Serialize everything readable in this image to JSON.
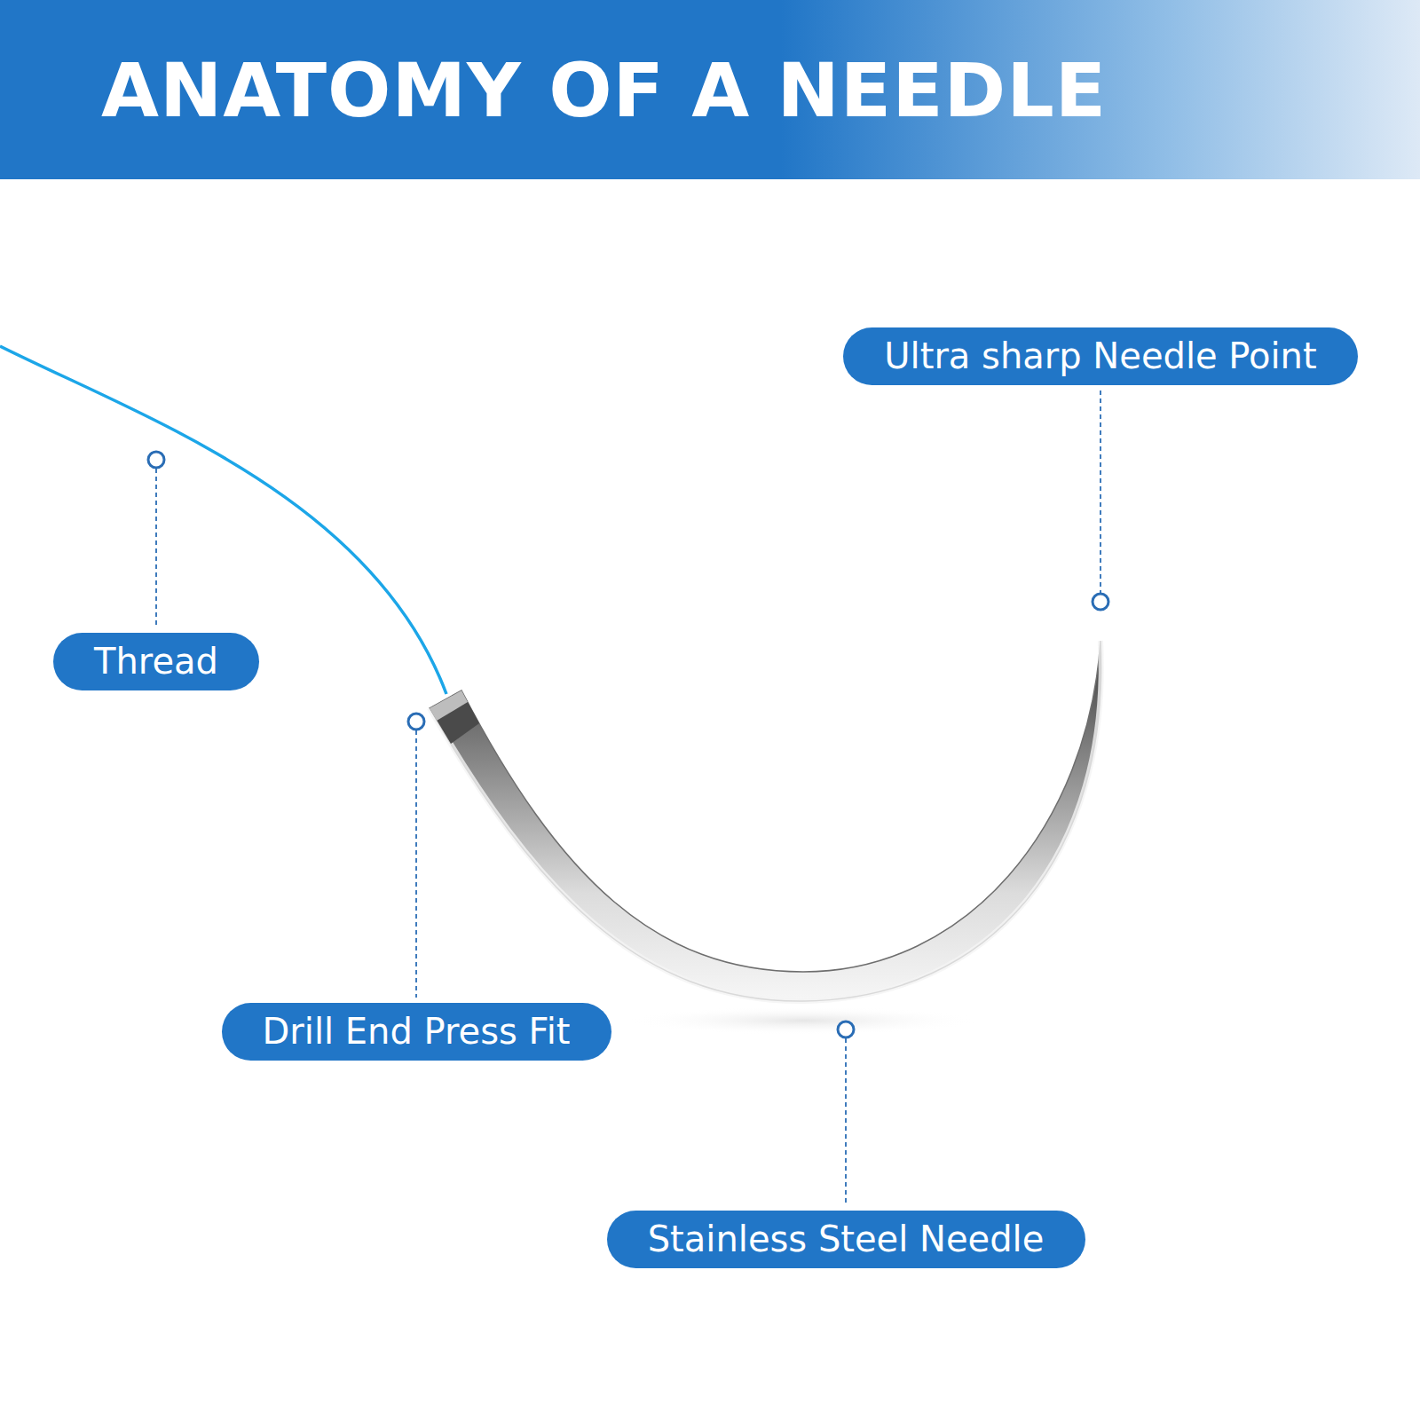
{
  "diagram": {
    "title": "ANATOMY OF A NEEDLE",
    "nodes": [
      {
        "text": [
          "Ultra sharp Needle Point"
        ]
      },
      {
        "text": [
          "Thread"
        ]
      },
      {
        "text": [
          "Drill End Press Fit"
        ]
      },
      {
        "text": [
          "Stainless Steel Needle"
        ]
      }
    ]
  }
}
